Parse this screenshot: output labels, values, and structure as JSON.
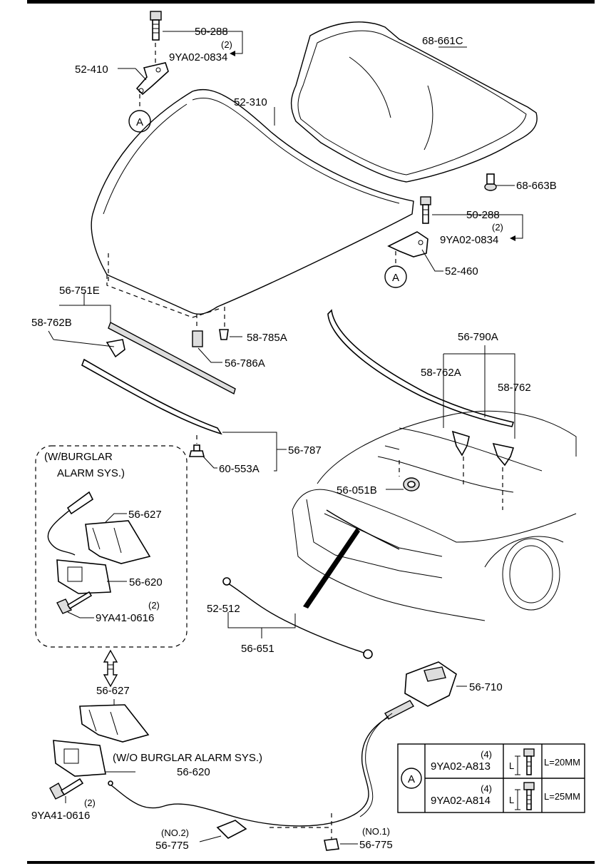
{
  "callouts": [
    {
      "id": "c1",
      "text": "50-288"
    },
    {
      "id": "c2",
      "text": "(2)"
    },
    {
      "id": "c3",
      "text": "9YA02-0834"
    },
    {
      "id": "c4",
      "text": "52-410"
    },
    {
      "id": "c5",
      "text": "68-661C"
    },
    {
      "id": "c6",
      "text": "52-310"
    },
    {
      "id": "c7",
      "text": "68-663B"
    },
    {
      "id": "c8",
      "text": "50-288"
    },
    {
      "id": "c9",
      "text": "(2)"
    },
    {
      "id": "c10",
      "text": "9YA02-0834"
    },
    {
      "id": "c11",
      "text": "52-460"
    },
    {
      "id": "c12",
      "text": "56-751E"
    },
    {
      "id": "c13",
      "text": "58-762B"
    },
    {
      "id": "c14",
      "text": "58-785A"
    },
    {
      "id": "c15",
      "text": "56-786A"
    },
    {
      "id": "c16",
      "text": "56-790A"
    },
    {
      "id": "c17",
      "text": "58-762A"
    },
    {
      "id": "c18",
      "text": "58-762"
    },
    {
      "id": "c19",
      "text": "56-787"
    },
    {
      "id": "c20",
      "text": "60-553A"
    },
    {
      "id": "c21",
      "text": "56-051B"
    },
    {
      "id": "c22",
      "text": "56-627"
    },
    {
      "id": "c23",
      "text": "56-620"
    },
    {
      "id": "c24",
      "text": "(2)"
    },
    {
      "id": "c25",
      "text": "9YA41-0616"
    },
    {
      "id": "c26",
      "text": "52-512"
    },
    {
      "id": "c27",
      "text": "56-651"
    },
    {
      "id": "c28",
      "text": "56-710"
    },
    {
      "id": "c29",
      "text": "56-627"
    },
    {
      "id": "c30",
      "text": "(W/O BURGLAR ALARM SYS.)"
    },
    {
      "id": "c31",
      "text": "56-620"
    },
    {
      "id": "c32",
      "text": "(2)"
    },
    {
      "id": "c33",
      "text": "9YA41-0616"
    },
    {
      "id": "c34",
      "text": "(NO.2)"
    },
    {
      "id": "c35",
      "text": "56-775"
    },
    {
      "id": "c36",
      "text": "(NO.1)"
    },
    {
      "id": "c37",
      "text": "56-775"
    }
  ],
  "burglar_box": {
    "line1": "(W/BURGLAR",
    "line2": "ALARM SYS.)"
  },
  "ref_marker": "A",
  "legend": {
    "marker": "A",
    "rows": [
      {
        "qty": "(4)",
        "part": "9YA02-A813",
        "dim_letter": "L",
        "spec": "L=20MM"
      },
      {
        "qty": "(4)",
        "part": "9YA02-A814",
        "dim_letter": "L",
        "spec": "L=25MM"
      }
    ]
  }
}
